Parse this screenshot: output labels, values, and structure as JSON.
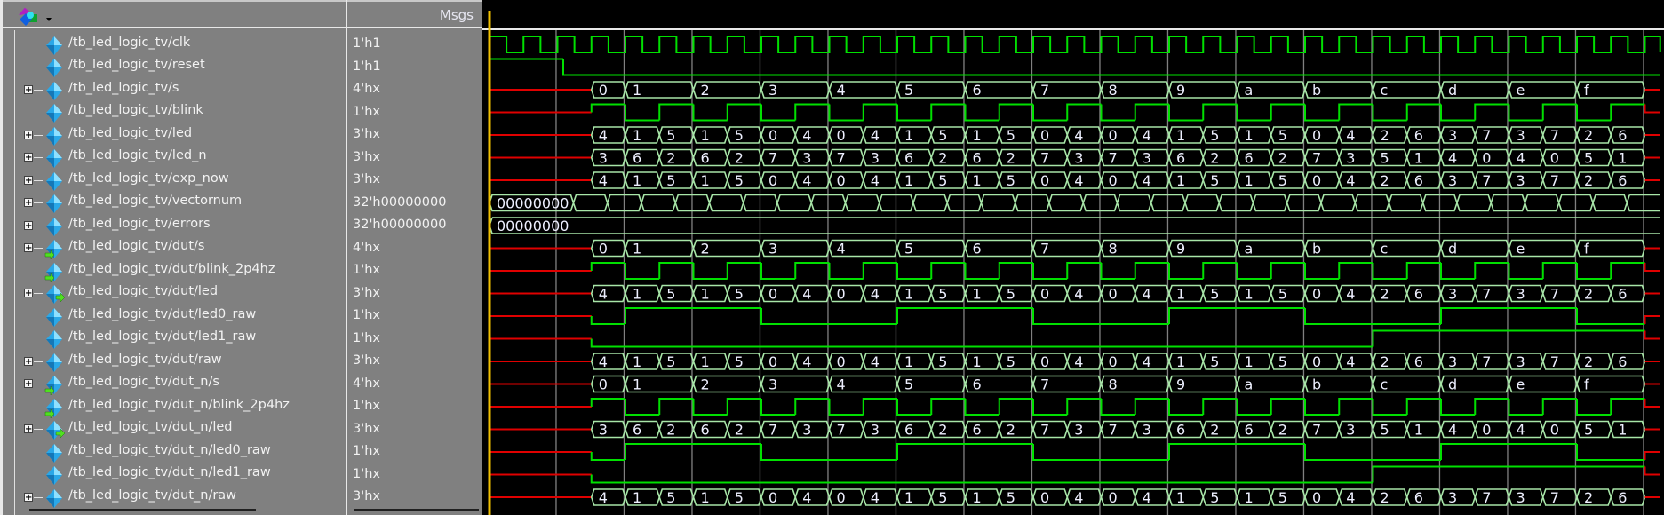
{
  "header": {
    "toolbar_icon": "wave-signals-icon",
    "msgs_label": "Msgs"
  },
  "colors": {
    "panel_bg": "#808080",
    "wave_bg": "#000000",
    "bit_line": "#00e000",
    "bus_line": "#a8e6a8",
    "unknown_x": "#e00000",
    "cursor": "#f0c000",
    "grid": "#808080",
    "text": "#f2f2f2"
  },
  "cursor_time": 0,
  "time_end": 34.45,
  "grid_times": [
    1.96,
    3.96,
    5.96,
    7.96,
    9.96,
    11.96,
    13.96,
    15.96,
    17.96,
    19.96,
    21.96,
    23.96,
    25.96,
    27.96,
    29.96,
    31.96,
    33.96
  ],
  "signals": [
    {
      "name": "/tb_led_logic_tv/clk",
      "value": "1'h1",
      "expandable": false,
      "port": "",
      "wave": {
        "kind": "clock",
        "period": 1,
        "duty": 0.5
      }
    },
    {
      "name": "/tb_led_logic_tv/reset",
      "value": "1'h1",
      "expandable": false,
      "port": "",
      "wave": {
        "kind": "bit",
        "seg": [
          [
            0,
            "1"
          ],
          [
            2.17,
            "0"
          ]
        ]
      }
    },
    {
      "name": "/tb_led_logic_tv/s",
      "value": "4'hx",
      "expandable": true,
      "port": "",
      "wave": {
        "kind": "bus",
        "ref": "s"
      }
    },
    {
      "name": "/tb_led_logic_tv/blink",
      "value": "1'hx",
      "expandable": false,
      "port": "",
      "wave": {
        "kind": "bit",
        "ref": "blink"
      }
    },
    {
      "name": "/tb_led_logic_tv/led",
      "value": "3'hx",
      "expandable": true,
      "port": "",
      "wave": {
        "kind": "bus",
        "ref": "led"
      }
    },
    {
      "name": "/tb_led_logic_tv/led_n",
      "value": "3'hx",
      "expandable": true,
      "port": "",
      "wave": {
        "kind": "bus",
        "ref": "led_n"
      }
    },
    {
      "name": "/tb_led_logic_tv/exp_now",
      "value": "3'hx",
      "expandable": true,
      "port": "",
      "wave": {
        "kind": "bus",
        "ref": "led"
      }
    },
    {
      "name": "/tb_led_logic_tv/vectornum",
      "value": "32'h00000000",
      "expandable": true,
      "port": "",
      "wave": {
        "kind": "bus",
        "seg": [
          [
            0,
            "00000000"
          ]
        ],
        "unlabeled_changes": [
          2.47,
          3.47,
          4.47,
          5.47,
          6.47,
          7.47,
          8.47,
          9.47,
          10.47,
          11.47,
          12.47,
          13.47,
          14.47,
          15.47,
          16.47,
          17.47,
          18.47,
          19.47,
          20.47,
          21.47,
          22.47,
          23.47,
          24.47,
          25.47,
          26.47,
          27.47,
          28.47,
          29.47,
          30.47,
          31.47,
          32.47,
          33.47
        ]
      }
    },
    {
      "name": "/tb_led_logic_tv/errors",
      "value": "32'h00000000",
      "expandable": true,
      "port": "",
      "wave": {
        "kind": "bus",
        "seg": [
          [
            0,
            "00000000"
          ]
        ]
      }
    },
    {
      "name": "/tb_led_logic_tv/dut/s",
      "value": "4'hx",
      "expandable": true,
      "port": "in",
      "wave": {
        "kind": "bus",
        "ref": "s"
      }
    },
    {
      "name": "/tb_led_logic_tv/dut/blink_2p4hz",
      "value": "1'hx",
      "expandable": false,
      "port": "in",
      "wave": {
        "kind": "bit",
        "ref": "blink"
      }
    },
    {
      "name": "/tb_led_logic_tv/dut/led",
      "value": "3'hx",
      "expandable": true,
      "port": "out",
      "wave": {
        "kind": "bus",
        "ref": "led"
      }
    },
    {
      "name": "/tb_led_logic_tv/dut/led0_raw",
      "value": "1'hx",
      "expandable": false,
      "port": "",
      "wave": {
        "kind": "bit",
        "ref": "led0_raw"
      }
    },
    {
      "name": "/tb_led_logic_tv/dut/led1_raw",
      "value": "1'hx",
      "expandable": false,
      "port": "",
      "wave": {
        "kind": "bit",
        "ref": "led1_raw"
      }
    },
    {
      "name": "/tb_led_logic_tv/dut/raw",
      "value": "3'hx",
      "expandable": true,
      "port": "",
      "wave": {
        "kind": "bus",
        "ref": "led"
      }
    },
    {
      "name": "/tb_led_logic_tv/dut_n/s",
      "value": "4'hx",
      "expandable": true,
      "port": "in",
      "wave": {
        "kind": "bus",
        "ref": "s"
      }
    },
    {
      "name": "/tb_led_logic_tv/dut_n/blink_2p4hz",
      "value": "1'hx",
      "expandable": false,
      "port": "in",
      "wave": {
        "kind": "bit",
        "ref": "blink"
      }
    },
    {
      "name": "/tb_led_logic_tv/dut_n/led",
      "value": "3'hx",
      "expandable": true,
      "port": "out",
      "wave": {
        "kind": "bus",
        "ref": "led_n"
      }
    },
    {
      "name": "/tb_led_logic_tv/dut_n/led0_raw",
      "value": "1'hx",
      "expandable": false,
      "port": "",
      "wave": {
        "kind": "bit",
        "ref": "led0_raw"
      }
    },
    {
      "name": "/tb_led_logic_tv/dut_n/led1_raw",
      "value": "1'hx",
      "expandable": false,
      "port": "",
      "wave": {
        "kind": "bit",
        "ref": "led1_raw"
      }
    },
    {
      "name": "/tb_led_logic_tv/dut_n/raw",
      "value": "3'hx",
      "expandable": true,
      "port": "",
      "wave": {
        "kind": "bus",
        "ref": "led"
      }
    }
  ],
  "waves": {
    "s": [
      [
        0,
        "x"
      ],
      [
        3,
        "0"
      ],
      [
        4,
        "1"
      ],
      [
        6,
        "2"
      ],
      [
        8,
        "3"
      ],
      [
        10,
        "4"
      ],
      [
        12,
        "5"
      ],
      [
        14,
        "6"
      ],
      [
        16,
        "7"
      ],
      [
        18,
        "8"
      ],
      [
        20,
        "9"
      ],
      [
        22,
        "a"
      ],
      [
        24,
        "b"
      ],
      [
        26,
        "c"
      ],
      [
        28,
        "d"
      ],
      [
        30,
        "e"
      ],
      [
        32,
        "f"
      ],
      [
        34,
        "x"
      ]
    ],
    "blink": [
      [
        0,
        "x"
      ],
      [
        3,
        "1"
      ],
      [
        4,
        "0"
      ],
      [
        5,
        "1"
      ],
      [
        6,
        "0"
      ],
      [
        7,
        "1"
      ],
      [
        8,
        "0"
      ],
      [
        9,
        "1"
      ],
      [
        10,
        "0"
      ],
      [
        11,
        "1"
      ],
      [
        12,
        "0"
      ],
      [
        13,
        "1"
      ],
      [
        14,
        "0"
      ],
      [
        15,
        "1"
      ],
      [
        16,
        "0"
      ],
      [
        17,
        "1"
      ],
      [
        18,
        "0"
      ],
      [
        19,
        "1"
      ],
      [
        20,
        "0"
      ],
      [
        21,
        "1"
      ],
      [
        22,
        "0"
      ],
      [
        23,
        "1"
      ],
      [
        24,
        "0"
      ],
      [
        25,
        "1"
      ],
      [
        26,
        "0"
      ],
      [
        27,
        "1"
      ],
      [
        28,
        "0"
      ],
      [
        29,
        "1"
      ],
      [
        30,
        "0"
      ],
      [
        31,
        "1"
      ],
      [
        32,
        "0"
      ],
      [
        33,
        "1"
      ],
      [
        34,
        "x"
      ]
    ],
    "led": [
      [
        0,
        "x"
      ],
      [
        3,
        "4"
      ],
      [
        4,
        "1"
      ],
      [
        5,
        "5"
      ],
      [
        6,
        "1"
      ],
      [
        7,
        "5"
      ],
      [
        8,
        "0"
      ],
      [
        9,
        "4"
      ],
      [
        10,
        "0"
      ],
      [
        11,
        "4"
      ],
      [
        12,
        "1"
      ],
      [
        13,
        "5"
      ],
      [
        14,
        "1"
      ],
      [
        15,
        "5"
      ],
      [
        16,
        "0"
      ],
      [
        17,
        "4"
      ],
      [
        18,
        "0"
      ],
      [
        19,
        "4"
      ],
      [
        20,
        "1"
      ],
      [
        21,
        "5"
      ],
      [
        22,
        "1"
      ],
      [
        23,
        "5"
      ],
      [
        24,
        "0"
      ],
      [
        25,
        "4"
      ],
      [
        26,
        "2"
      ],
      [
        27,
        "6"
      ],
      [
        28,
        "3"
      ],
      [
        29,
        "7"
      ],
      [
        30,
        "3"
      ],
      [
        31,
        "7"
      ],
      [
        32,
        "2"
      ],
      [
        33,
        "6"
      ],
      [
        34,
        "x"
      ]
    ],
    "led_n": [
      [
        0,
        "x"
      ],
      [
        3,
        "3"
      ],
      [
        4,
        "6"
      ],
      [
        5,
        "2"
      ],
      [
        6,
        "6"
      ],
      [
        7,
        "2"
      ],
      [
        8,
        "7"
      ],
      [
        9,
        "3"
      ],
      [
        10,
        "7"
      ],
      [
        11,
        "3"
      ],
      [
        12,
        "6"
      ],
      [
        13,
        "2"
      ],
      [
        14,
        "6"
      ],
      [
        15,
        "2"
      ],
      [
        16,
        "7"
      ],
      [
        17,
        "3"
      ],
      [
        18,
        "7"
      ],
      [
        19,
        "3"
      ],
      [
        20,
        "6"
      ],
      [
        21,
        "2"
      ],
      [
        22,
        "6"
      ],
      [
        23,
        "2"
      ],
      [
        24,
        "7"
      ],
      [
        25,
        "3"
      ],
      [
        26,
        "5"
      ],
      [
        27,
        "1"
      ],
      [
        28,
        "4"
      ],
      [
        29,
        "0"
      ],
      [
        30,
        "4"
      ],
      [
        31,
        "0"
      ],
      [
        32,
        "5"
      ],
      [
        33,
        "1"
      ],
      [
        34,
        "x"
      ]
    ],
    "led0_raw": [
      [
        0,
        "x"
      ],
      [
        3,
        "0"
      ],
      [
        4,
        "1"
      ],
      [
        8,
        "0"
      ],
      [
        12,
        "1"
      ],
      [
        16,
        "0"
      ],
      [
        20,
        "1"
      ],
      [
        24,
        "0"
      ],
      [
        28,
        "1"
      ],
      [
        32,
        "0"
      ],
      [
        34,
        "x"
      ]
    ],
    "led1_raw": [
      [
        0,
        "x"
      ],
      [
        3,
        "0"
      ],
      [
        26,
        "1"
      ],
      [
        34,
        "x"
      ]
    ]
  }
}
